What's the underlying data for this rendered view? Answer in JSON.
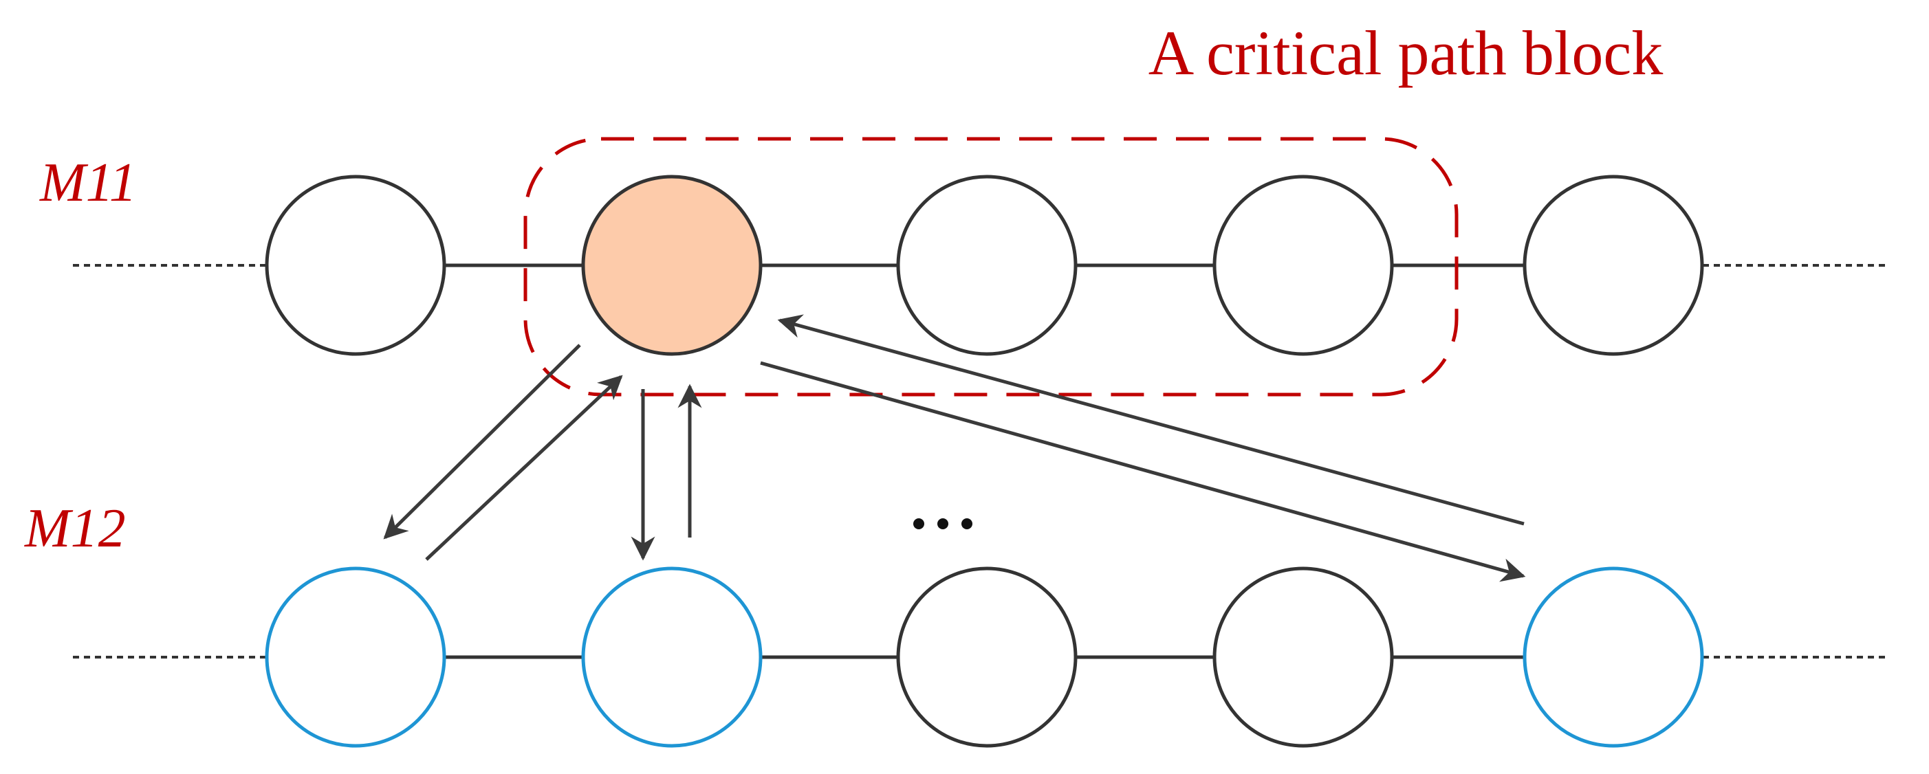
{
  "title": "A critical path block",
  "rows": [
    {
      "label": "M11",
      "nodes": [
        {
          "id": "a1",
          "style": "plain"
        },
        {
          "id": "a2",
          "style": "highlighted"
        },
        {
          "id": "a3",
          "style": "plain"
        },
        {
          "id": "a4",
          "style": "plain"
        },
        {
          "id": "a5",
          "style": "plain"
        }
      ]
    },
    {
      "label": "M12",
      "nodes": [
        {
          "id": "b1",
          "style": "candidate"
        },
        {
          "id": "b2",
          "style": "candidate"
        },
        {
          "id": "b3",
          "style": "plain"
        },
        {
          "id": "b4",
          "style": "plain"
        },
        {
          "id": "b5",
          "style": "candidate"
        }
      ]
    }
  ],
  "block_nodes": [
    "a2",
    "a3",
    "a4"
  ],
  "moves": [
    {
      "from": "a2",
      "to": "b1"
    },
    {
      "from": "b1",
      "to": "a2"
    },
    {
      "from": "a2",
      "to": "b2"
    },
    {
      "from": "b2",
      "to": "a2"
    },
    {
      "from": "a2",
      "to": "b5"
    },
    {
      "from": "b5",
      "to": "a2"
    }
  ],
  "ellipsis": "...",
  "colors": {
    "highlight": "#c00000",
    "node_fill_highlighted": "#fdcbaa",
    "node_stroke_plain": "#333333",
    "node_stroke_candidate": "#1e95d4",
    "arrow": "#3a3a3a"
  }
}
